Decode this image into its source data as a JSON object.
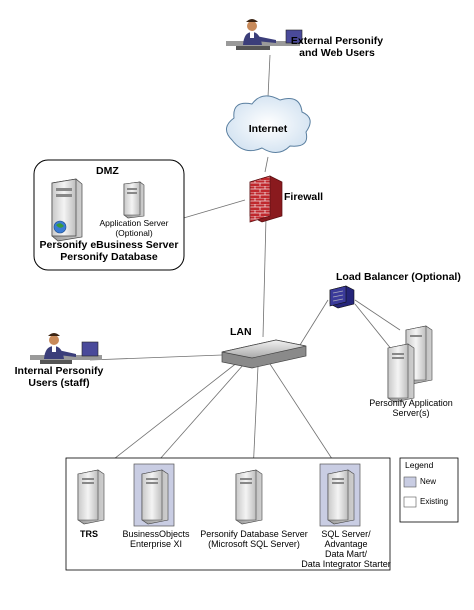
{
  "labels": {
    "external_users": "External Personify\nand Web Users",
    "internet": "Internet",
    "dmz": "DMZ",
    "app_server_optional": "Application Server\n(Optional)",
    "ebusiness_server": "Personify eBusiness Server\nPersonify Database",
    "firewall": "Firewall",
    "load_balancer": "Load Balancer (Optional)",
    "lan": "LAN",
    "internal_users": "Internal Personify\nUsers (staff)",
    "app_servers": "Personify Application\nServer(s)",
    "trs": "TRS",
    "business_objects": "BusinessObjects\nEnterprise XI",
    "database_server": "Personify Database Server\n(Microsoft SQL Server)",
    "sql_server": "SQL Server/\nAdvantage\nData Mart/\nData Integrator Starter"
  },
  "legend": {
    "title": "Legend",
    "items": [
      {
        "label": "New",
        "color": "#c9cde3"
      },
      {
        "label": "Existing",
        "color": "#ffffff"
      }
    ]
  },
  "colors": {
    "new_highlight": "#c9cde3",
    "firewall_brick": "#c0282d",
    "load_balancer": "#3a3a9a"
  }
}
